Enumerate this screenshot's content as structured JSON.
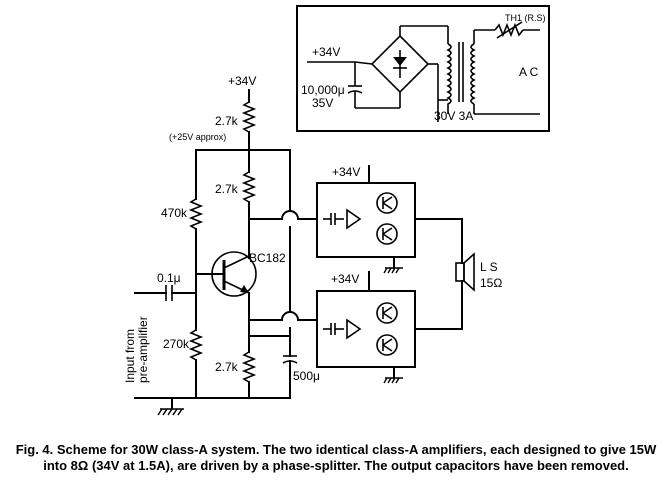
{
  "psu": {
    "supply_label": "+34V",
    "cap_value": "10,000μ",
    "cap_voltage": "35V",
    "thermistor_label": "TH1 (R.S)",
    "ac_label": "A C",
    "transformer_rating": "30V 3A"
  },
  "rails": {
    "top_supply": "+34V",
    "amp1_supply": "+34V",
    "amp2_supply": "+34V"
  },
  "components": {
    "r_top": "2.7k",
    "r_top_note": "(+25V approx)",
    "r_collector": "2.7k",
    "r_bias_upper": "470k",
    "r_bias_lower": "270k",
    "r_emitter": "2.7k",
    "c_input": "0.1μ",
    "c_decouple": "500μ",
    "transistor": "BC182",
    "speaker_label": "L S",
    "speaker_impedance": "15Ω",
    "input_label_line1": "Input from",
    "input_label_line2": "pre-amplifier"
  },
  "caption": "Fig. 4. Scheme for 30W class-A system. The two identical class-A amplifiers, each designed to give 15W into 8Ω (34V at 1.5A), are driven by a phase-splitter. The output capacitors have been removed."
}
